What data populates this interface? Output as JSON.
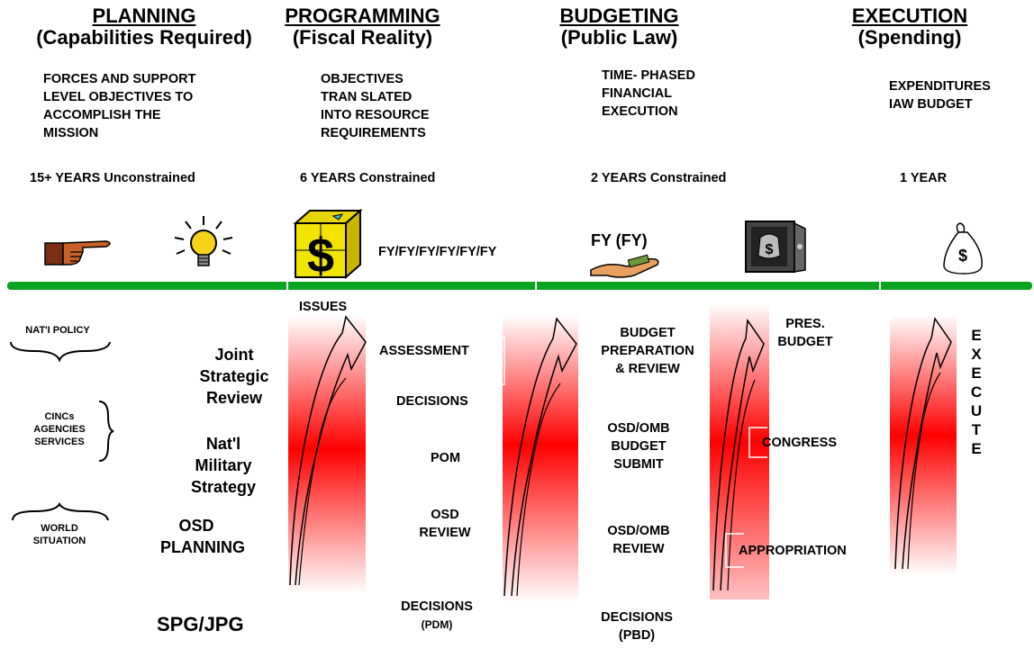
{
  "phases": [
    {
      "title": "PLANNING",
      "subtitle": "(Capabilities Required)"
    },
    {
      "title": "PROGRAMMING",
      "subtitle": "(Fiscal Reality)"
    },
    {
      "title": "BUDGETING",
      "subtitle": "(Public Law)"
    },
    {
      "title": "EXECUTION",
      "subtitle": "(Spending)"
    }
  ],
  "descriptions": {
    "planning": [
      "FORCES  AND SUPPORT",
      "LEVEL OBJECTIVES  TO",
      "ACCOMPLISH THE",
      "MISSION"
    ],
    "programming": [
      "OBJECTIVES",
      "TRAN SLATED",
      "INTO RESOURCE",
      "REQUIREMENTS"
    ],
    "budgeting": [
      "TIME- PHASED",
      "FINANCIAL",
      "EXECUTION"
    ],
    "execution": [
      "EXPENDITURES",
      "IAW BUDGET"
    ]
  },
  "horizons": {
    "planning": "15+ YEARS Unconstrained",
    "programming": "6 YEARS Constrained",
    "budgeting": "2 YEARS Constrained",
    "execution": "1 YEAR"
  },
  "icons": {
    "pointing_hand": "pointing-hand-icon",
    "lightbulb": "lightbulb-icon",
    "money_cube": "dollar-cube-icon",
    "hand_money": "hand-money-icon",
    "safe": "safe-icon",
    "money_bag": "money-bag-icon"
  },
  "fy_programming": "FY/FY/FY/FY/FY/FY",
  "fy_budgeting": "FY (FY)",
  "planning_left": {
    "policy": "NAT'I POLICY",
    "cincs": [
      "CINCs",
      "AGENCIES",
      "SERVICES"
    ],
    "world": [
      "WORLD",
      "SITUATION"
    ]
  },
  "planning_items": {
    "jsr": [
      "Joint",
      "Strategic",
      "Review"
    ],
    "nms": [
      "Nat'l",
      "Military",
      "Strategy"
    ],
    "osd": [
      "OSD",
      "PLANNING"
    ],
    "spg": "SPG/JPG"
  },
  "programming_items": {
    "issues": "ISSUES",
    "assessment": "ASSESSMENT",
    "decisions": "DECISIONS",
    "pom": "POM",
    "osd_review": [
      "OSD",
      "REVIEW"
    ],
    "pdm": [
      "DECISIONS",
      "(PDM)"
    ]
  },
  "budgeting_items": {
    "prep": [
      "BUDGET",
      "PREPARATION",
      "& REVIEW"
    ],
    "submit": [
      "OSD/OMB",
      "BUDGET",
      "SUBMIT"
    ],
    "review": [
      "OSD/OMB",
      "REVIEW"
    ],
    "pbd": [
      "DECISIONS",
      "(PBD)"
    ]
  },
  "congress_items": {
    "pres": [
      "PRES.",
      "BUDGET"
    ],
    "congress": "CONGRESS",
    "appropriation": "APPROPRIATION"
  },
  "execute_letters": [
    "E",
    "X",
    "E",
    "C",
    "U",
    "T",
    "E"
  ],
  "colors": {
    "timeline": "#0aa520",
    "arrow_band": "#ff0000"
  }
}
